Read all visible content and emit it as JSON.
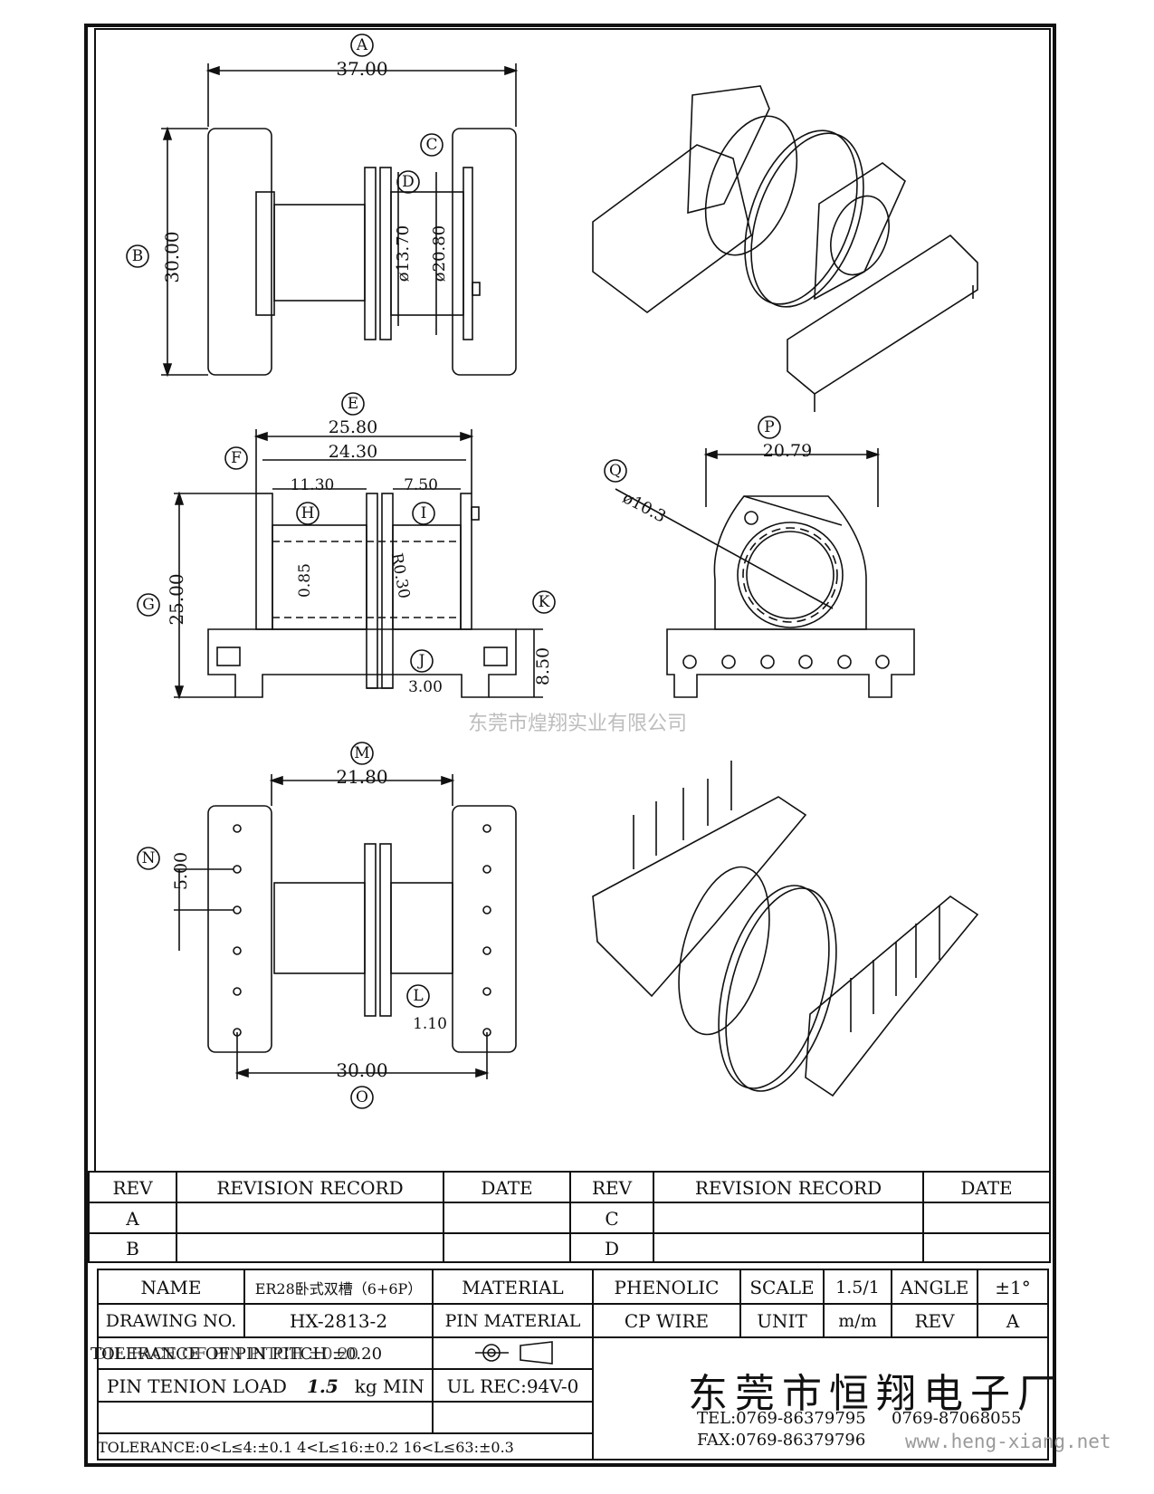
{
  "dimensions": {
    "A": {
      "letter": "A",
      "value": "37.00"
    },
    "B": {
      "letter": "B",
      "value": "30.00"
    },
    "C": {
      "letter": "C",
      "value": ""
    },
    "D": {
      "letter": "D",
      "value": "ø13.70"
    },
    "D2": {
      "value": "ø20.80"
    },
    "E": {
      "letter": "E",
      "value": "25.80"
    },
    "F": {
      "letter": "F",
      "value": "24.30"
    },
    "G": {
      "letter": "G",
      "value": "25.00"
    },
    "H": {
      "letter": "H",
      "value": "11.30"
    },
    "I": {
      "letter": "I",
      "value": "7.50"
    },
    "J": {
      "letter": "J",
      "value": "3.00"
    },
    "K": {
      "letter": "K",
      "value": "8.50"
    },
    "L": {
      "letter": "L",
      "value": "1.10"
    },
    "M": {
      "letter": "M",
      "value": "21.80"
    },
    "N": {
      "letter": "N",
      "value": "5.00"
    },
    "O": {
      "letter": "O",
      "value": "30.00"
    },
    "P": {
      "letter": "P",
      "value": "20.79"
    },
    "Q": {
      "letter": "Q",
      "value": "ø10.3"
    },
    "wall": {
      "value": "0.85"
    },
    "radius": {
      "value": "R0.30"
    }
  },
  "watermark": "东莞市煌翔实业有限公司",
  "revision_table": {
    "headers": [
      "REV",
      "REVISION RECORD",
      "DATE",
      "REV",
      "REVISION RECORD",
      "DATE"
    ],
    "rows": [
      {
        "rev_left": "A",
        "rev_right": "C"
      },
      {
        "rev_left": "B",
        "rev_right": "D"
      }
    ]
  },
  "title_block": {
    "name_label": "NAME",
    "name_value": "ER28卧式双槽（6+6P）",
    "material_label": "MATERIAL",
    "material_value": "PHENOLIC",
    "scale_label": "SCALE",
    "scale_value": "1.5/1",
    "angle_label": "ANGLE",
    "angle_value": "±1°",
    "drawing_no_label": "DRAWING NO.",
    "drawing_no_value": "HX-2813-2",
    "pin_material_label": "PIN MATERIAL",
    "pin_material_value": "CP WIRE",
    "unit_label": "UNIT",
    "unit_value": "m/m",
    "rev_label": "REV",
    "rev_value": "A",
    "tolerance_pin_text": "TOLERANCE OF PIN PITCH ±0.20",
    "tolerance_pin_overprint": "DIE FACE OF PIN PITCH ±0.20",
    "pin_tension_label": "PIN TENION LOAD",
    "pin_tension_value": "1.5",
    "pin_tension_unit": "kg MIN",
    "ul_rec": "UL REC:94V-0",
    "tolerance_line": "TOLERANCE:0<L≤4:±0.1  4<L≤16:±0.2  16<L≤63:±0.3",
    "company": "东莞市恒翔电子厂",
    "tel": "TEL:0769-86379795",
    "tel2": "0769-87068055",
    "fax": "FAX:0769-86379796"
  },
  "website": "www.heng-xiang.net"
}
